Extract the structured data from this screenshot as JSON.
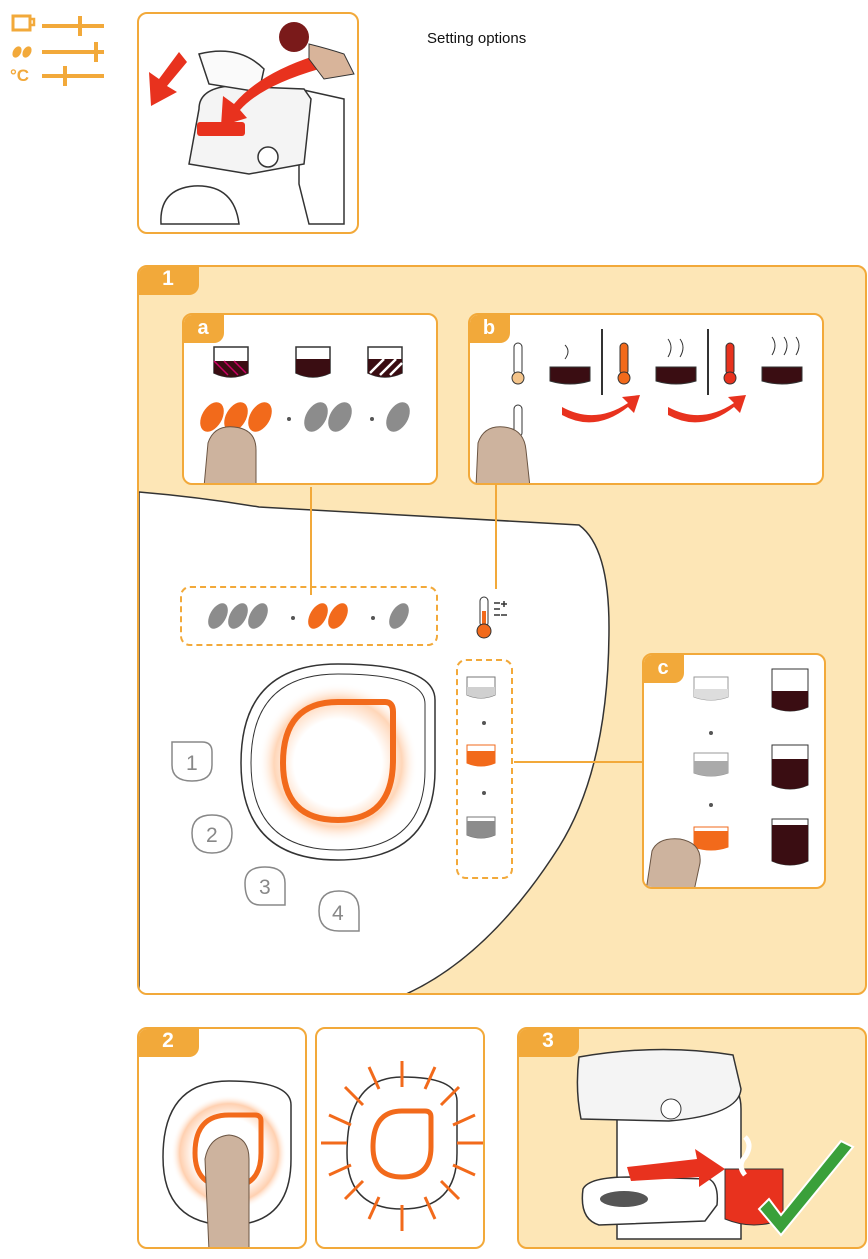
{
  "page": {
    "title": "Setting options"
  },
  "legend_icons": [
    "cup-size-setting-icon",
    "strength-setting-icon",
    "temperature-setting-icon"
  ],
  "legend_temp_symbol": "°C",
  "step1": {
    "label": "1",
    "subpanels": {
      "a": "a",
      "b": "b",
      "c": "c"
    }
  },
  "step2": {
    "label": "2"
  },
  "step3": {
    "label": "3"
  },
  "program_buttons": [
    "1",
    "2",
    "3",
    "4"
  ],
  "colors": {
    "accent": "#f2a93a",
    "cream": "#fde6b6",
    "orange": "#f26a1b",
    "red": "#e8321e",
    "coffee": "#3a0d12",
    "grey": "#8c8c8c",
    "green": "#3aa03a"
  }
}
